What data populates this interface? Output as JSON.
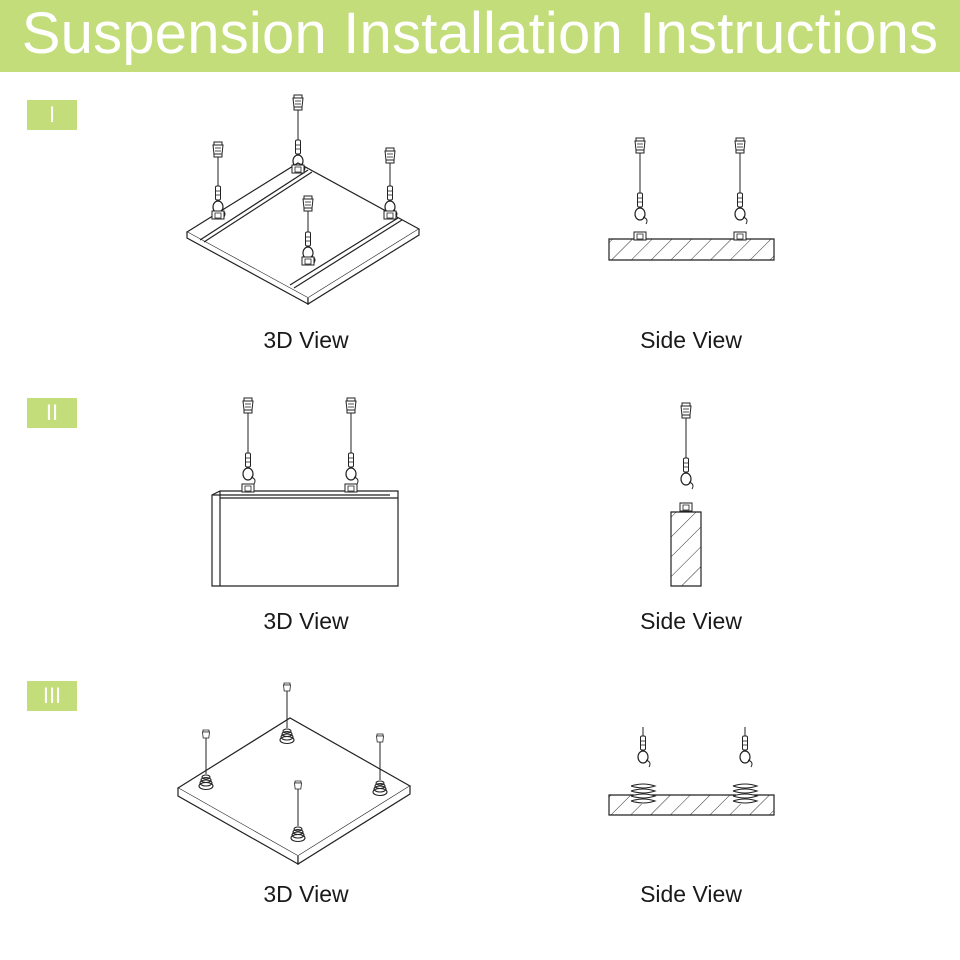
{
  "header": {
    "title": "Suspension Installation Instructions",
    "color": "#c2dd7a"
  },
  "sections": [
    {
      "label": "I",
      "left_caption": "3D View",
      "right_caption": "Side View"
    },
    {
      "label": "II",
      "left_caption": "3D View",
      "right_caption": "Side View"
    },
    {
      "label": "III",
      "left_caption": "3D View",
      "right_caption": "Side View"
    }
  ]
}
